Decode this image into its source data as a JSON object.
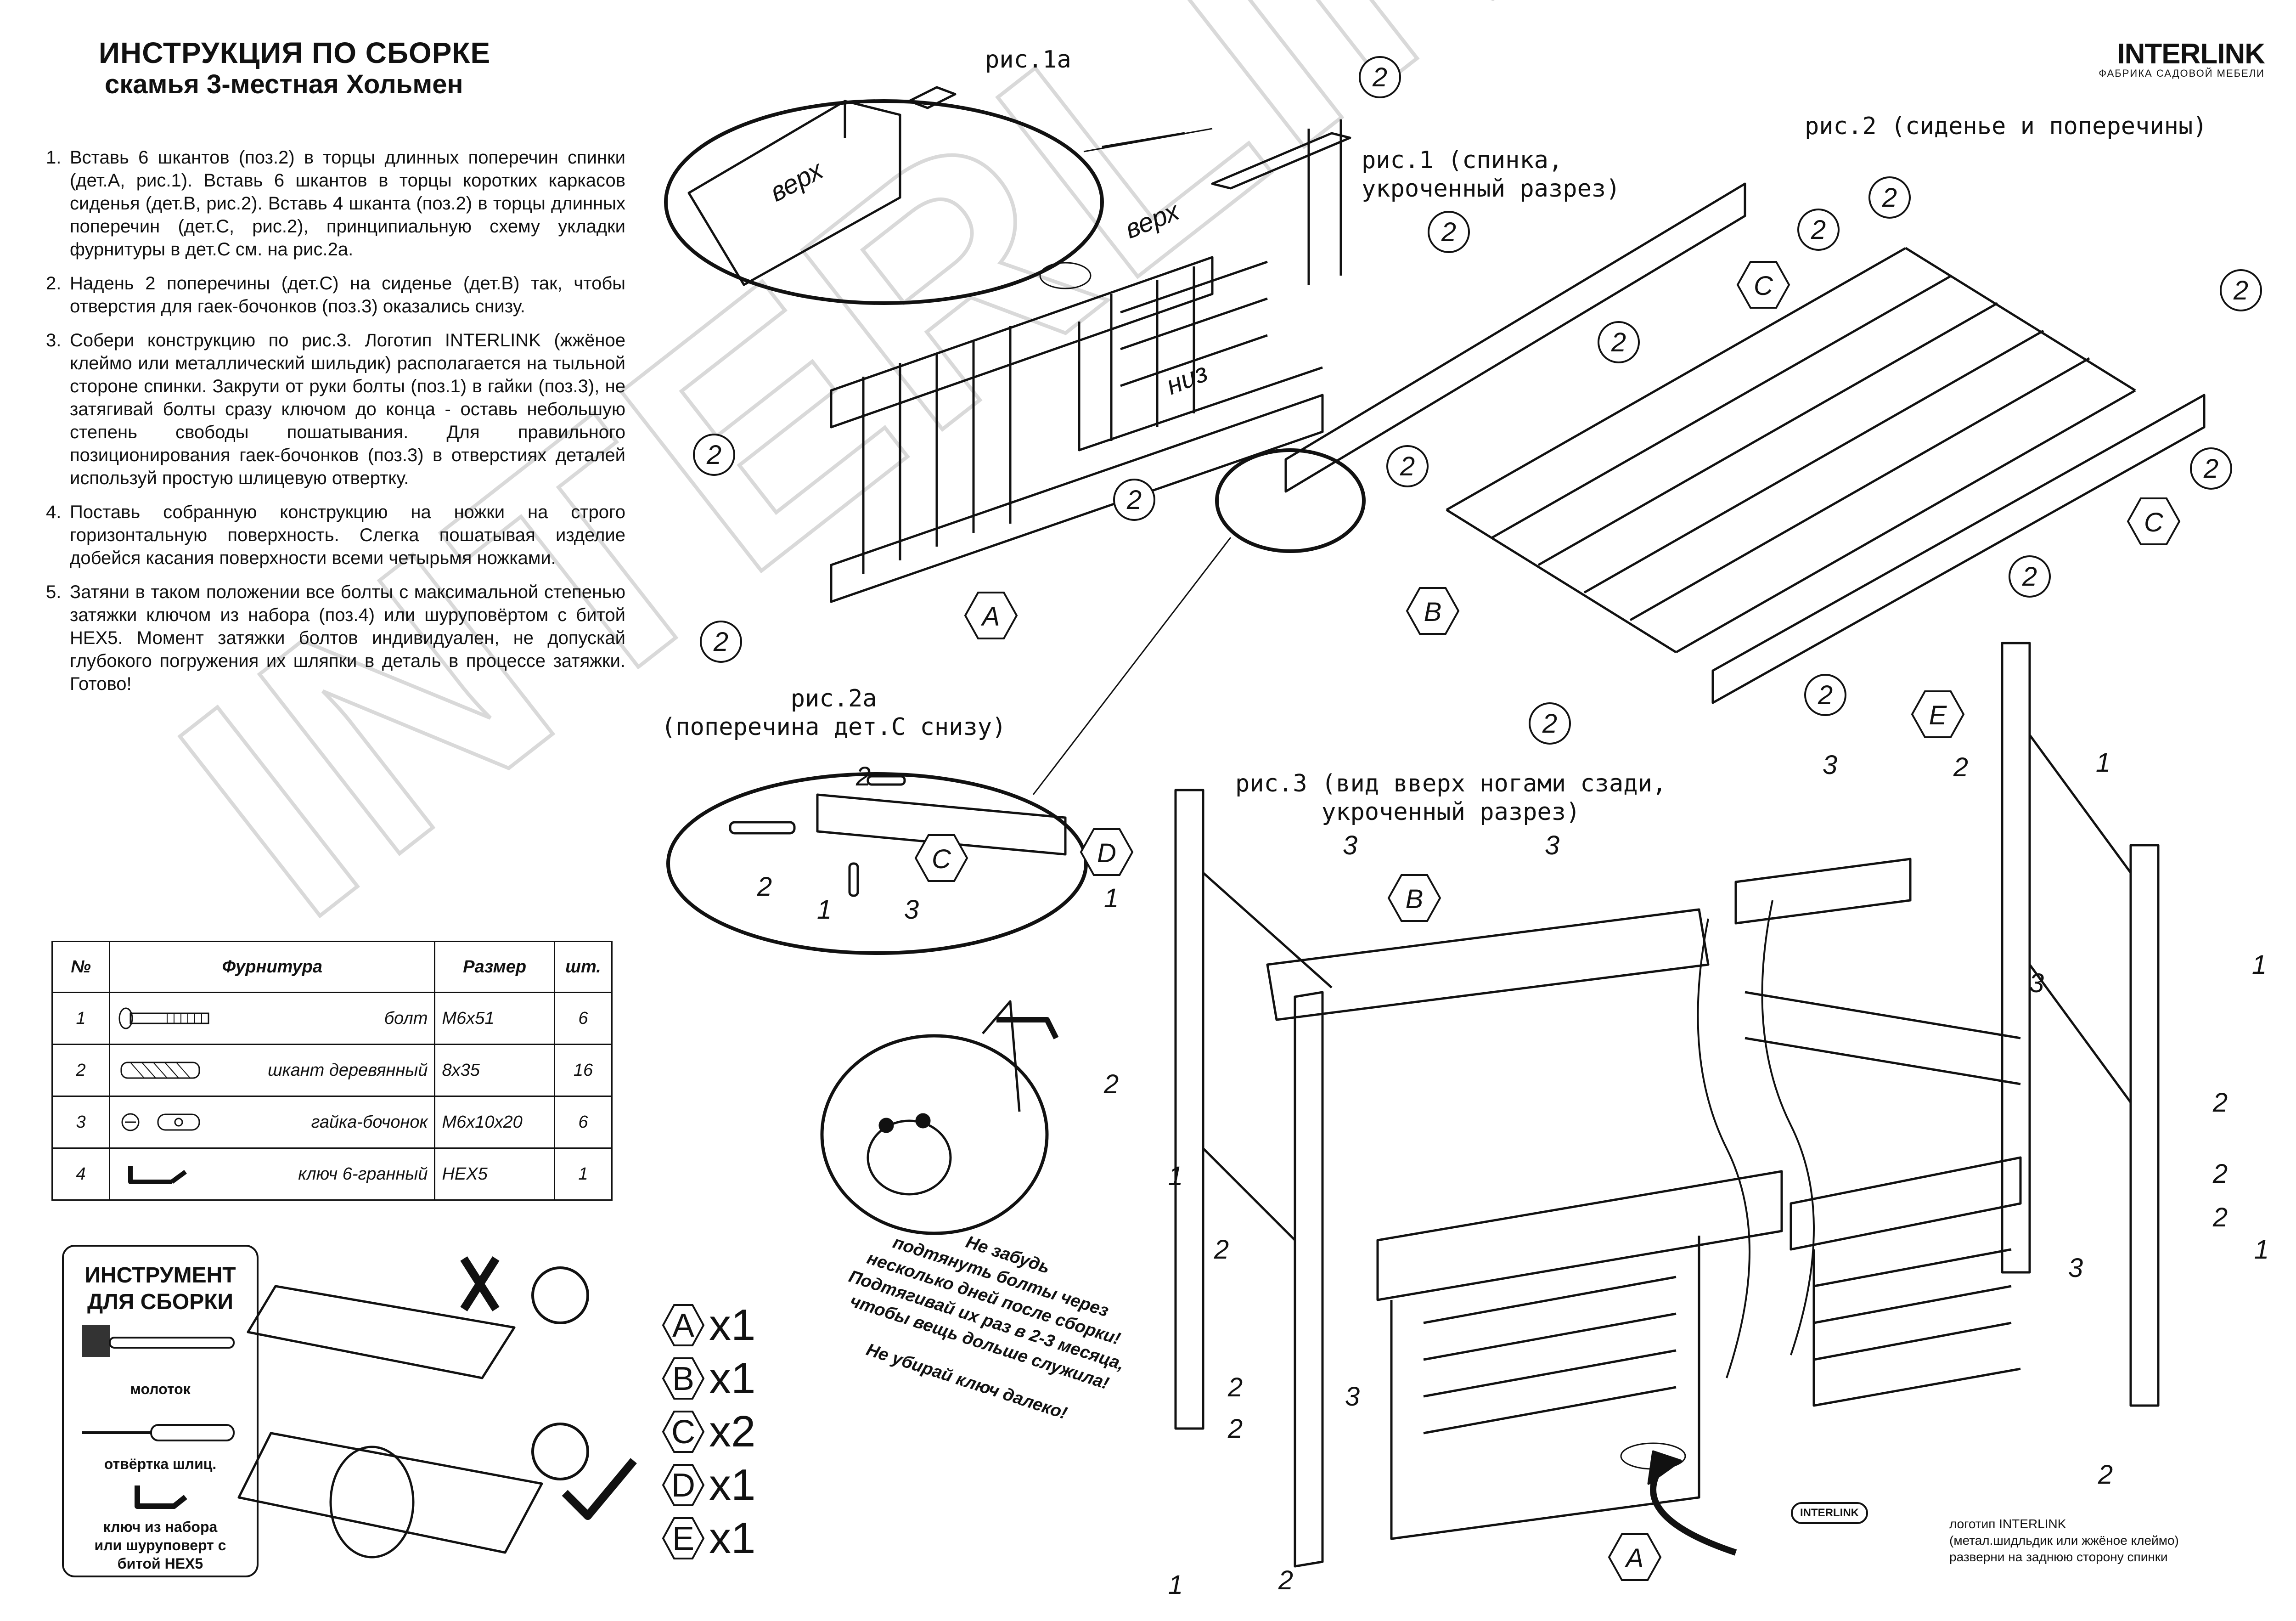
{
  "header": {
    "title": "ИНСТРУКЦИЯ ПО СБОРКЕ",
    "subtitle": "скамья 3-местная Хольмен"
  },
  "brand": {
    "name": "INTERLINK",
    "tagline": "ФАБРИКА САДОВОЙ МЕБЕЛИ"
  },
  "steps": [
    {
      "num": "1.",
      "text": "Вставь 6 шкантов (поз.2) в торцы длинных поперечин спинки (дет.А, рис.1). Вставь 6 шкантов в торцы коротких каркасов сиденья (дет.В, рис.2). Вставь 4 шканта (поз.2) в торцы длинных поперечин (дет.С, рис.2), принципиальную схему укладки фурнитуры в дет.С см. на рис.2а."
    },
    {
      "num": "2.",
      "text": "Надень 2 поперечины (дет.С) на сиденье (дет.В) так, чтобы отверстия для гаек-бочонков (поз.3) оказались снизу."
    },
    {
      "num": "3.",
      "text": "Собери конструкцию по рис.3. Логотип INTERLINK (жжёное клеймо или металлический шильдик) располагается на тыльной стороне спинки. Закрути от руки болты (поз.1) в гайки (поз.3), не затягивай болты сразу ключом до конца - оставь небольшую степень свободы пошатывания. Для правильного позиционирования гаек-бочонков (поз.3) в отверстиях деталей используй простую шлицевую отвертку."
    },
    {
      "num": "4.",
      "text": "Поставь собранную конструкцию на ножки на строго горизонтальную поверхность. Слегка пошатывая изделие добейся касания поверхности всеми четырьмя ножками."
    },
    {
      "num": "5.",
      "text": "Затяни в таком положении все болты с максимальной степенью затяжки ключом из набора (поз.4) или шуруповёртом с битой HEX5. Момент затяжки болтов индивидуален, не допускай глубокого погружения их шляпки в деталь в процессе затяжки. Готово!"
    }
  ],
  "parts_table": {
    "headers": [
      "№",
      "Фурнитура",
      "Размер",
      "шт."
    ],
    "rows": [
      {
        "num": "1",
        "name": "болт",
        "icon": "bolt-icon",
        "size": "М6х51",
        "qty": "6"
      },
      {
        "num": "2",
        "name": "шкант деревянный",
        "icon": "dowel-icon",
        "size": "8х35",
        "qty": "16"
      },
      {
        "num": "3",
        "name": "гайка-бочонок",
        "icon": "barrel-nut-icon",
        "size": "М6х10х20",
        "qty": "6"
      },
      {
        "num": "4",
        "name": "ключ 6-гранный",
        "icon": "hex-key-icon",
        "size": "HEX5",
        "qty": "1"
      }
    ]
  },
  "tools": {
    "heading_line1": "ИНСТРУМЕНТ",
    "heading_line2": "ДЛЯ СБОРКИ",
    "hammer": "молоток",
    "screwdriver": "отвёртка шлиц.",
    "key_line1": "ключ из набора",
    "key_line2": "или шуруповерт с",
    "key_line3": "битой HEX5"
  },
  "quantities": [
    {
      "letter": "A",
      "qty": "x1"
    },
    {
      "letter": "B",
      "qty": "x1"
    },
    {
      "letter": "C",
      "qty": "x2"
    },
    {
      "letter": "D",
      "qty": "x1"
    },
    {
      "letter": "E",
      "qty": "x1"
    }
  ],
  "captions": {
    "fig1a": "рис.1а",
    "fig1_line1": "рис.1 (спинка,",
    "fig1_line2": "укроченный разрез)",
    "fig2": "рис.2 (сиденье и поперечины)",
    "fig2a_line1": "рис.2а",
    "fig2a_line2": "(поперечина дет.С снизу)",
    "fig3_line1": "рис.3 (вид вверх ногами сзади,",
    "fig3_line2": "укроченный разрез)"
  },
  "labels": {
    "top": "верх",
    "bottom": "низ",
    "interlink_badge": "INTERLINK"
  },
  "tip": {
    "line1": "Не забудь",
    "line2": "подтянуть болты через",
    "line3": "несколько дней после сборки!",
    "line4": "Подтягивай их раз в 2-3 месяца,",
    "line5": "чтобы вещь дольше служила!",
    "line6": "Не убирай ключ далеко!"
  },
  "logo_note": {
    "line1": "логотип INTERLINK",
    "line2": "(метал.шидльдик или жжёное клеймо)",
    "line3": "разверни на заднюю сторону спинки"
  },
  "callouts": {
    "dowel": "2",
    "bolt": "1",
    "nut": "3",
    "A": "A",
    "B": "B",
    "C": "C",
    "D": "D",
    "E": "E"
  }
}
